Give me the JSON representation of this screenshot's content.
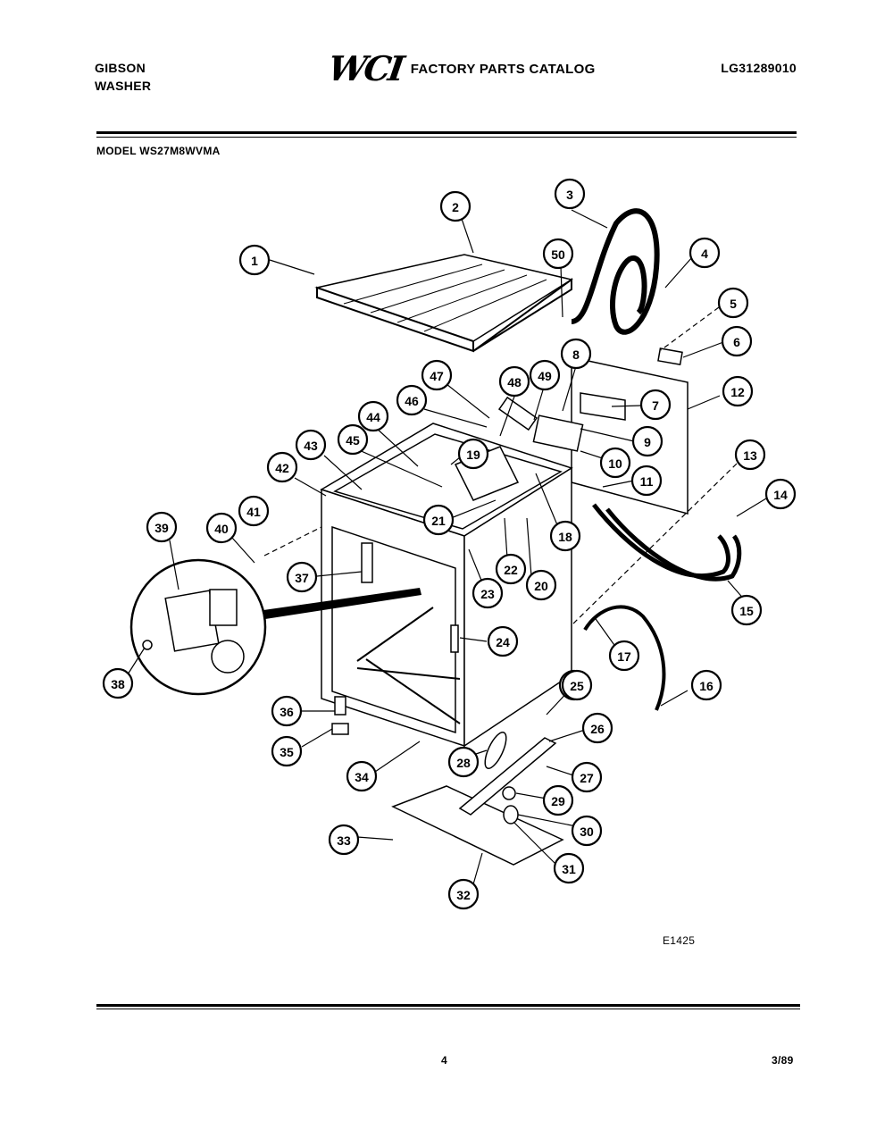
{
  "header": {
    "brand_line1": "GIBSON",
    "brand_line2": "WASHER",
    "logo_text": "WCI",
    "catalog_title": "FACTORY PARTS CATALOG",
    "catalog_number": "LG31289010",
    "model_label": "MODEL WS27M8WVMA"
  },
  "footer": {
    "drawing_number": "E1425",
    "page_number": "4",
    "date": "3/89"
  },
  "callouts": [
    "1",
    "2",
    "3",
    "4",
    "5",
    "6",
    "7",
    "8",
    "9",
    "10",
    "11",
    "12",
    "13",
    "14",
    "15",
    "16",
    "17",
    "18",
    "19",
    "20",
    "21",
    "22",
    "23",
    "24",
    "25",
    "26",
    "27",
    "28",
    "29",
    "30",
    "31",
    "32",
    "33",
    "34",
    "35",
    "36",
    "37",
    "38",
    "39",
    "40",
    "41",
    "42",
    "43",
    "44",
    "45",
    "46",
    "47",
    "48",
    "49",
    "50",
    "25"
  ]
}
